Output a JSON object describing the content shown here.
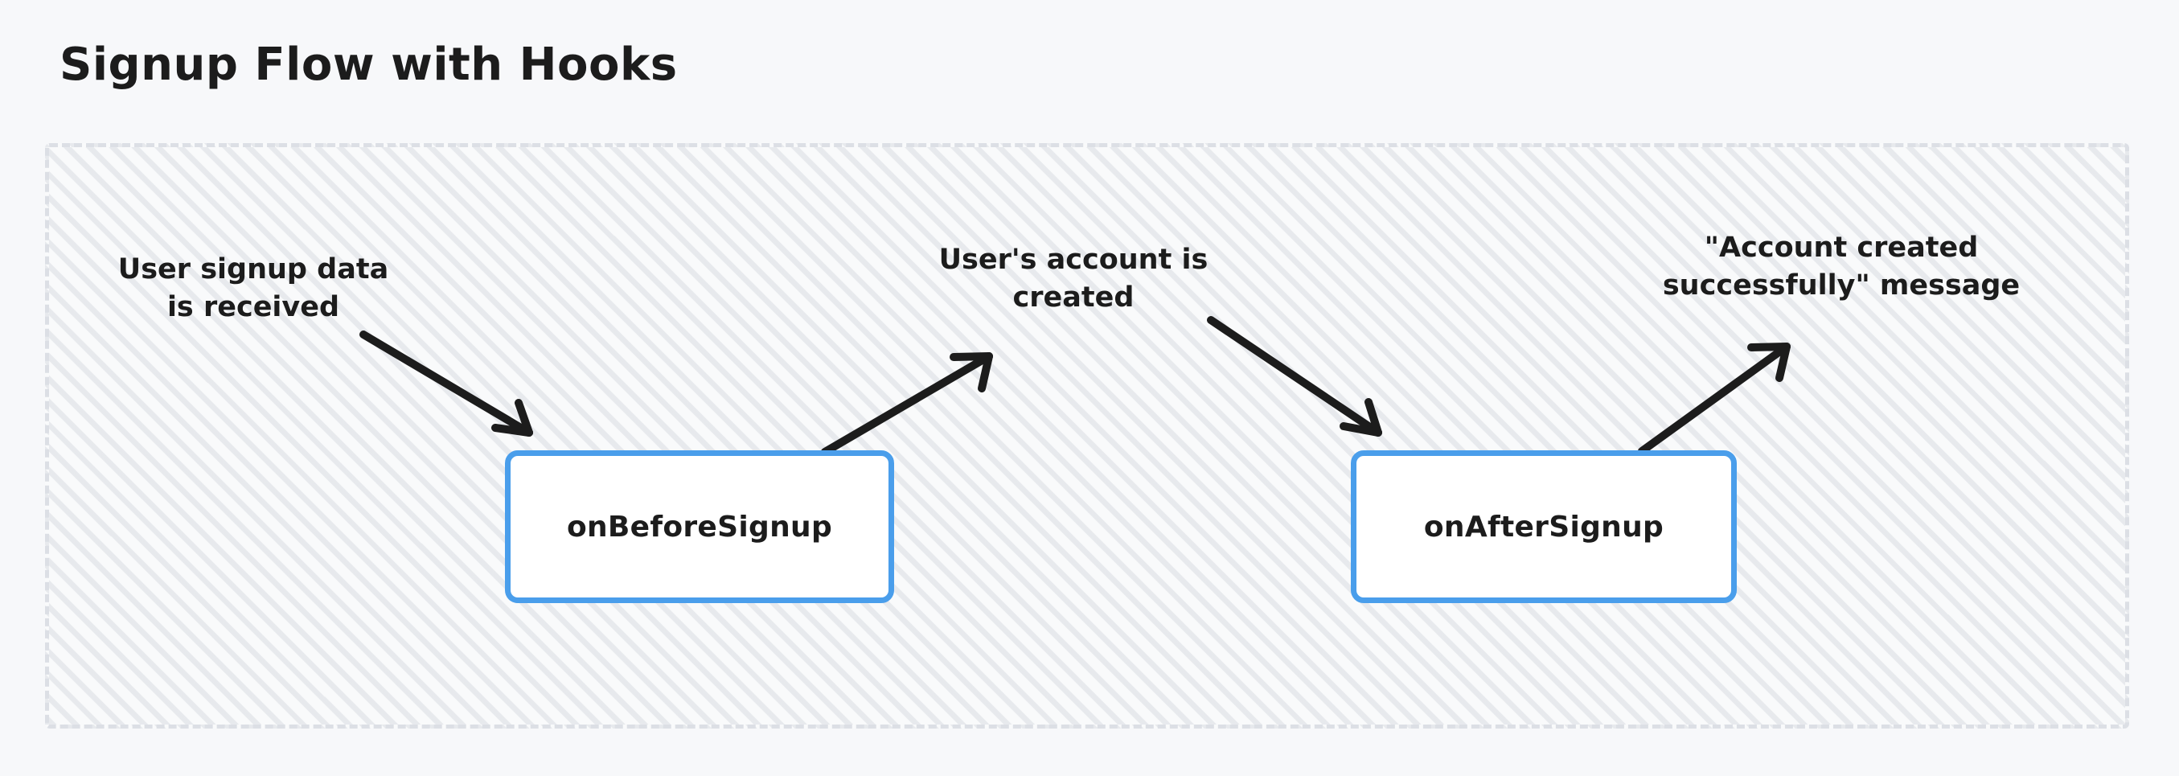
{
  "title": "Signup Flow with Hooks",
  "colors": {
    "canvas_background": "#f7f8fa",
    "frame_background": "#f9fafb",
    "frame_border": "#dcdfe5",
    "box_border": "#4a9eeb",
    "box_fill": "#ffffff",
    "text": "#1c1c1c",
    "arrow": "#1c1c1c"
  },
  "nodes": [
    {
      "id": "on-before-signup",
      "label": "onBeforeSignup"
    },
    {
      "id": "on-after-signup",
      "label": "onAfterSignup"
    }
  ],
  "edge_labels": [
    {
      "id": "signup-data",
      "text": "User signup data\nis received"
    },
    {
      "id": "account-created",
      "text": "User's account is\ncreated"
    },
    {
      "id": "success-message",
      "text": "\"Account created\nsuccessfully\" message"
    }
  ],
  "arrows": [
    {
      "id": "arrow-input-to-before",
      "from": "signup-data-label",
      "to": "on-before-signup",
      "direction": "down-right"
    },
    {
      "id": "arrow-before-to-account",
      "from": "on-before-signup",
      "to": "account-created-label",
      "direction": "up-right"
    },
    {
      "id": "arrow-account-to-after",
      "from": "account-created-label",
      "to": "on-after-signup",
      "direction": "down-right"
    },
    {
      "id": "arrow-after-to-message",
      "from": "on-after-signup",
      "to": "success-message-label",
      "direction": "up-right"
    }
  ]
}
